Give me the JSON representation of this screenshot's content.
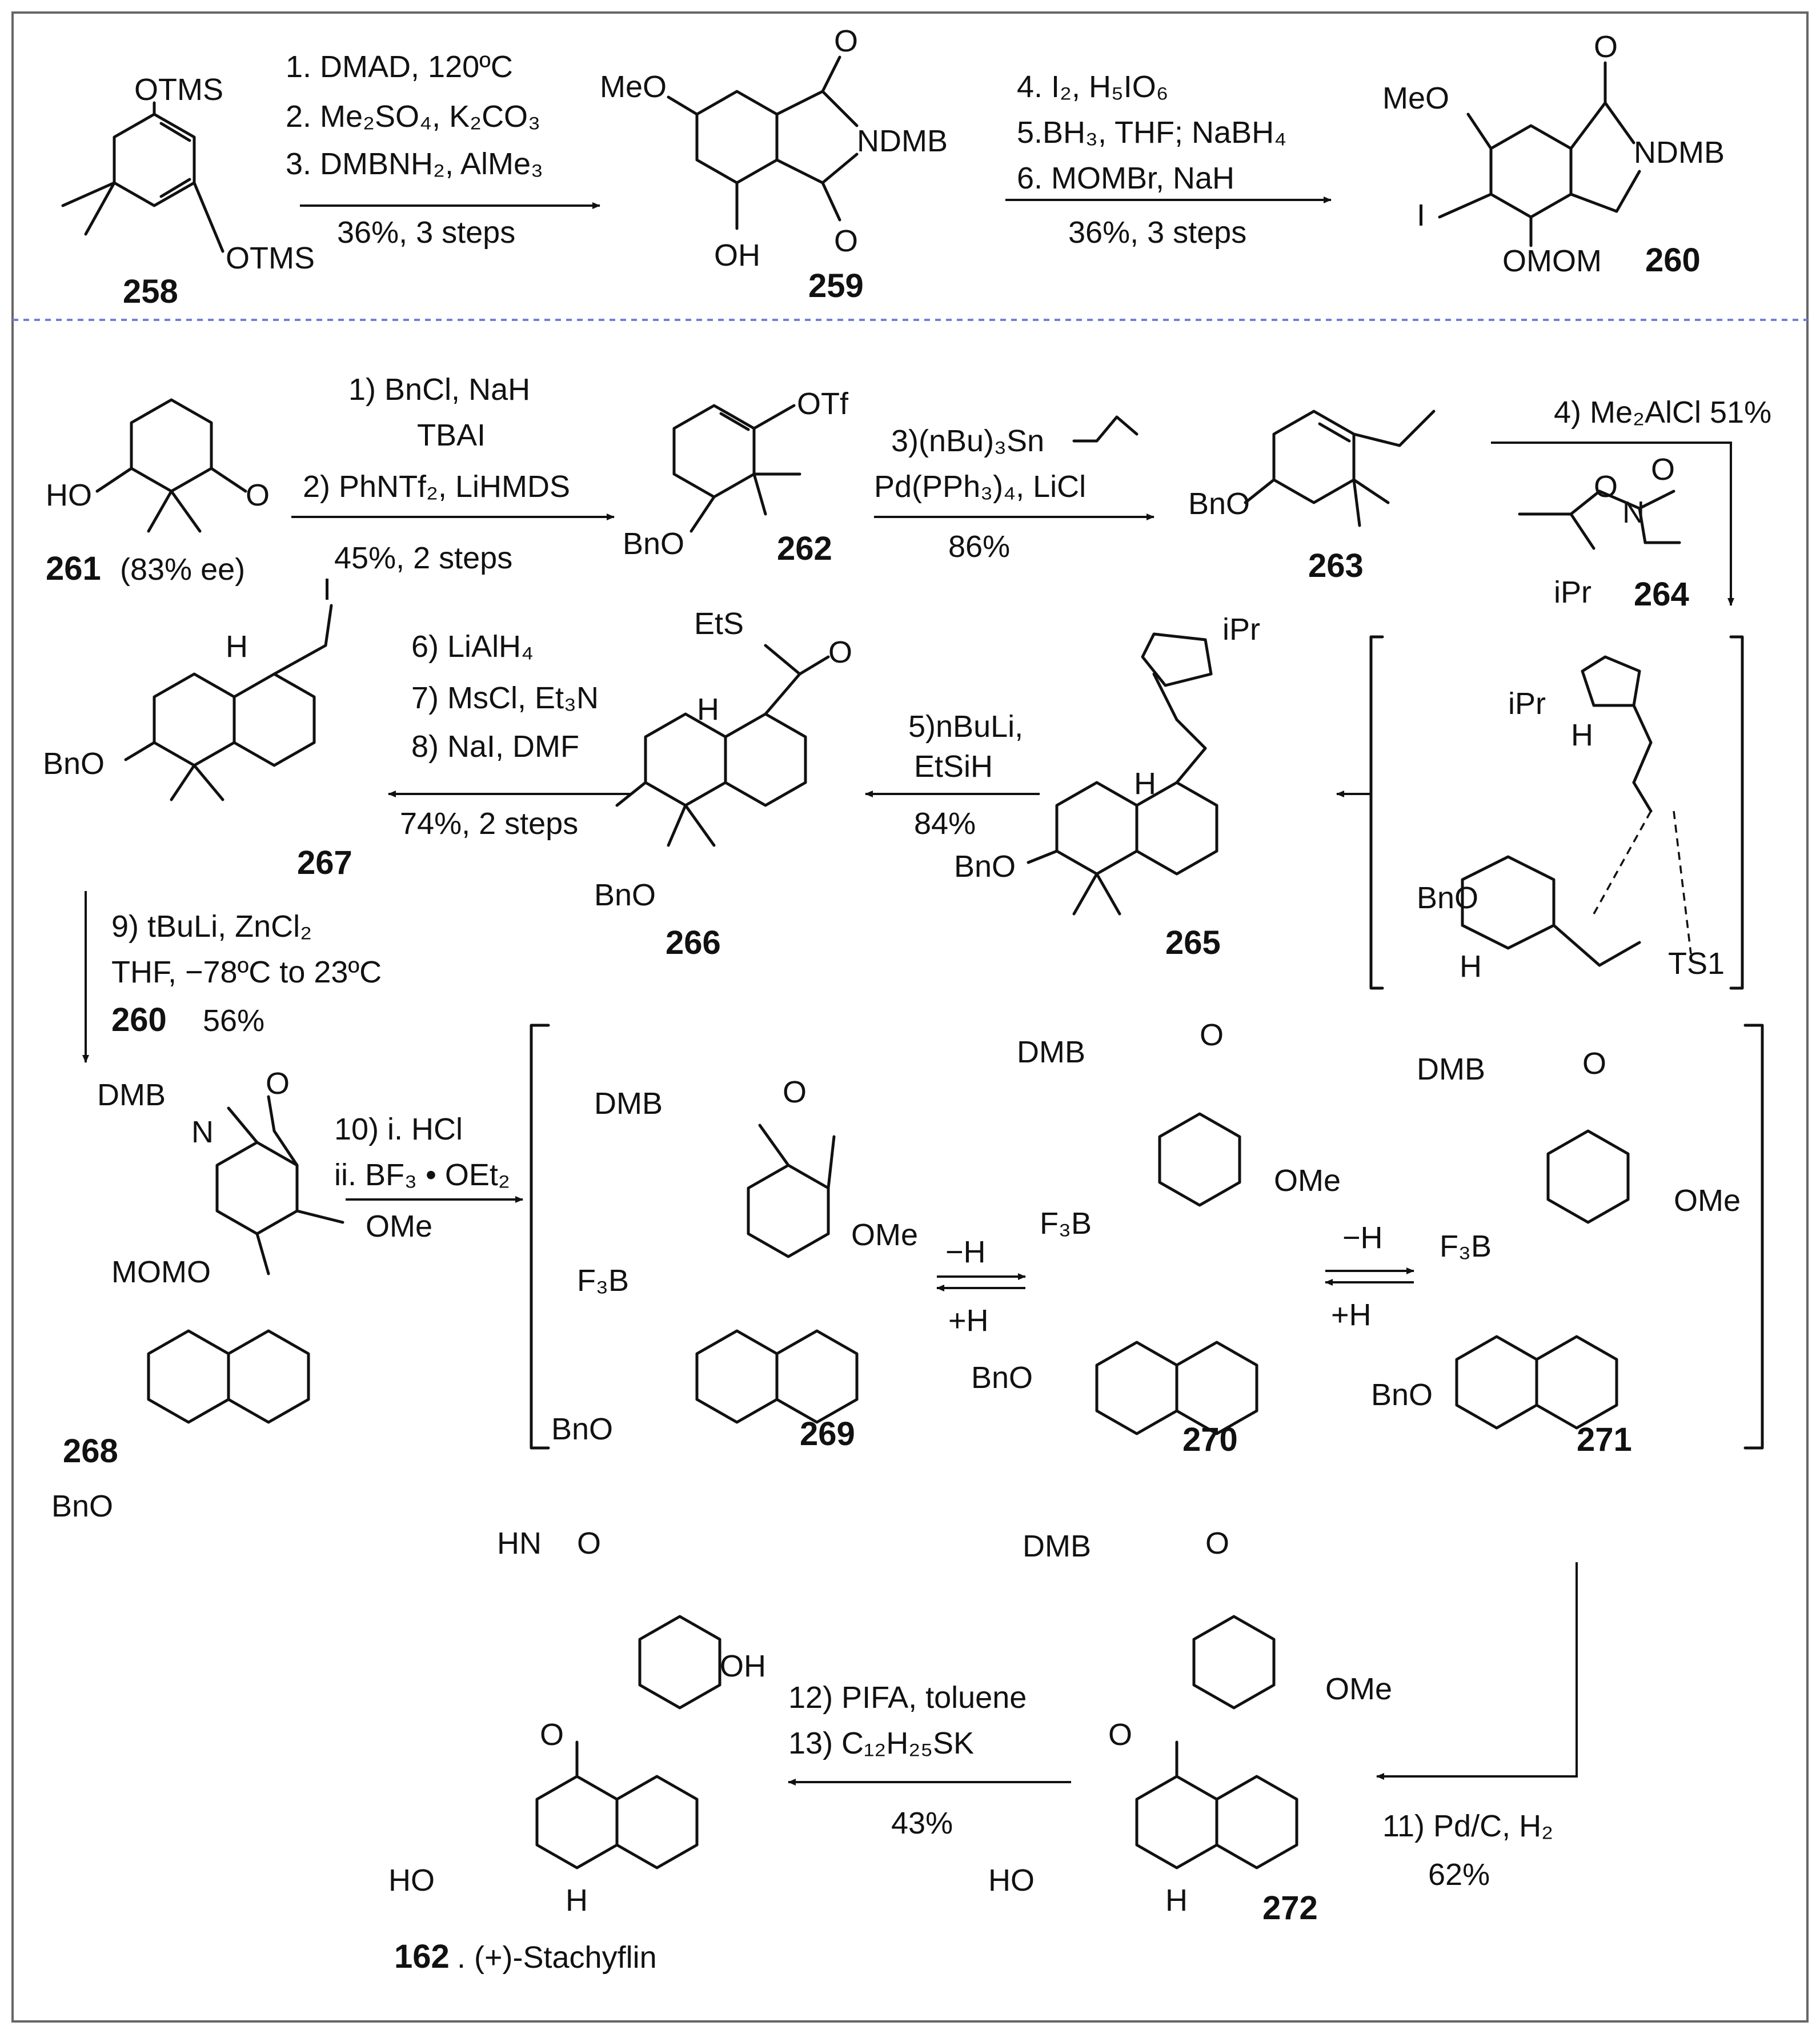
{
  "colors": {
    "frame": "#666666",
    "separator": "#6f7fdc",
    "ink": "#111111"
  },
  "top_section": {
    "c258": {
      "label": "258",
      "otms1": "OTMS",
      "otms2": "OTMS"
    },
    "step_1_3": {
      "l1": "1. DMAD, 120ºC",
      "l2": "2. Me₂SO₄, K₂CO₃",
      "l3": "3. DMBNH₂, AlMe₃",
      "l4": "36%, 3 steps"
    },
    "c259": {
      "label": "259",
      "meo": "MeO",
      "ndmb": "NDMB",
      "oh": "OH",
      "o": "O"
    },
    "step_4_6": {
      "l1": "4. I₂, H₅IO₆",
      "l2": "5.BH₃, THF; NaBH₄",
      "l3": "6. MOMBr, NaH",
      "l4": "36%, 3 steps"
    },
    "c260": {
      "label": "260",
      "meo": "MeO",
      "ndmb": "NDMB",
      "i": "I",
      "omom": "OMOM",
      "o": "O"
    }
  },
  "bottom_section": {
    "c261": {
      "label": "261",
      "ee": "(83% ee)",
      "ho": "HO",
      "o": "O"
    },
    "step_1_2": {
      "l1": "1) BnCl, NaH",
      "l2": "TBAI",
      "l3": "2) PhNTf₂, LiHMDS",
      "l4": "45%, 2 steps"
    },
    "c262": {
      "label": "262",
      "otf": "OTf",
      "bno": "BnO"
    },
    "step_3": {
      "l1": "3)(nBu)₃Sn",
      "l2": "Pd(PPh₃)₄, LiCl",
      "l3": "86%"
    },
    "c263": {
      "label": "263",
      "bno": "BnO"
    },
    "step_4": {
      "l1": "4) Me₂AlCl 51%"
    },
    "c264": {
      "label": "264",
      "ipr": "iPr",
      "n": "N",
      "o": "O"
    },
    "ts1": {
      "label": "TS1",
      "ipr": "iPr",
      "bno": "BnO",
      "h": "H"
    },
    "c265": {
      "label": "265",
      "ipr": "iPr",
      "bno": "BnO",
      "h": "H"
    },
    "step_5": {
      "l1": "5)nBuLi,",
      "l2": "EtSiH",
      "l3": "84%"
    },
    "c266": {
      "label": "266",
      "ets": "EtS",
      "bno": "BnO",
      "h": "H",
      "o": "O"
    },
    "step_6_8": {
      "l1": "6) LiAlH₄",
      "l2": "7) MsCl, Et₃N",
      "l3": "8) NaI, DMF",
      "l4": "74%, 2 steps"
    },
    "c267": {
      "label": "267",
      "i": "I",
      "bno": "BnO",
      "h": "H"
    },
    "step_9": {
      "l1": "9) tBuLi, ZnCl₂",
      "l2": "THF, −78ºC to 23ºC",
      "l3": "260",
      "l4": "56%"
    },
    "c268": {
      "label": "268",
      "dmb": "DMB",
      "omom": "MOMO",
      "ome": "OMe",
      "bno": "BnO",
      "o": "O",
      "n": "N"
    },
    "step_10": {
      "l1": "10) i. HCl",
      "l2": "ii. BF₃ • OEt₂"
    },
    "c269": {
      "label": "269",
      "dmb": "DMB",
      "f3b": "F₃B",
      "ome": "OMe",
      "bno": "BnO",
      "o": "O"
    },
    "eq1": {
      "top": "−H",
      "bottom": "+H"
    },
    "c270": {
      "label": "270",
      "dmb": "DMB",
      "f3b": "F₃B",
      "ome": "OMe",
      "bno": "BnO",
      "o": "O"
    },
    "eq2": {
      "top": "−H",
      "bottom": "+H"
    },
    "c271": {
      "label": "271",
      "dmb": "DMB",
      "f3b": "F₃B",
      "ome": "OMe",
      "bno": "BnO",
      "o": "O"
    },
    "step_11": {
      "l1": "11) Pd/C, H₂",
      "l2": "62%"
    },
    "c272": {
      "label": "272",
      "dmb": "DMB",
      "ome": "OMe",
      "ho": "HO",
      "h": "H",
      "o": "O"
    },
    "step_12_13": {
      "l1": "12) PIFA, toluene",
      "l2": "13) C₁₂H₂₅SK",
      "l3": "43%"
    },
    "c162": {
      "label": "162",
      "name": ". (+)-Stachyflin",
      "hn": "HN",
      "oh": "OH",
      "ho": "HO",
      "h": "H",
      "o": "O"
    }
  }
}
